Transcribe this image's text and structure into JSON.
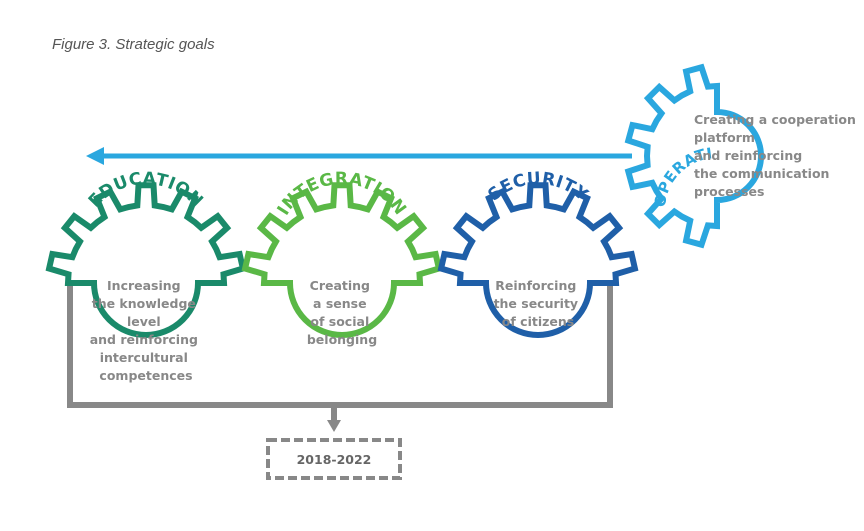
{
  "caption": "Figure 3. Strategic goals",
  "colors": {
    "education": "#1a8a6a",
    "integration": "#5ab846",
    "security": "#1f5fa8",
    "cooperation": "#2aa7df",
    "connector": "#888888",
    "text": "#888888"
  },
  "goals": [
    {
      "label": "EDUCATION",
      "lines": [
        "Increasing",
        "the knowledge",
        "level",
        "and reinforcing",
        "intercultural",
        "competences"
      ]
    },
    {
      "label": "INTEGRATION",
      "lines": [
        "Creating",
        "a sense",
        "of social",
        "belonging"
      ]
    },
    {
      "label": "SECURITY",
      "lines": [
        "Reinforcing",
        "the security",
        "of citizens"
      ]
    }
  ],
  "cooperation": {
    "label": "COOPERATION",
    "lines": [
      "Creating a cooperation",
      "platform",
      "and reinforcing",
      "the communication",
      "processes"
    ]
  },
  "period": "2018-2022"
}
